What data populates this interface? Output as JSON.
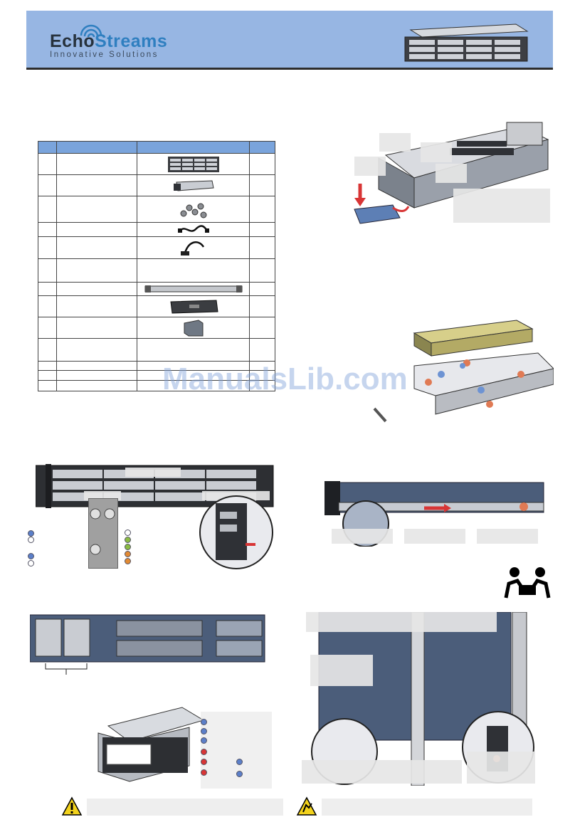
{
  "header": {
    "logo_prefix": "Echo",
    "logo_suffix": "Streams",
    "tagline": "Innovative Solutions"
  },
  "watermark": "ManualsLib.com",
  "colors": {
    "banner": "#97b6e3",
    "table_header": "#7aa4dc",
    "watermark": "#80a2da",
    "chassis": "#4b5d7a",
    "led_blue": "#5b7fc9",
    "led_green": "#8bbb43",
    "led_orange": "#e28a33",
    "led_red": "#d83535"
  },
  "table": {
    "icons": [
      "server-chassis-icon",
      "drive-tray-icon",
      "screws-icon",
      "power-cord-icon",
      "serial-cable-icon",
      "",
      "rail-kit-icon",
      "drive-bracket-icon",
      "accessory-box-icon",
      "",
      "",
      "",
      ""
    ]
  },
  "icons": {
    "lift": "two-person-lift-icon",
    "warning": "warning-triangle-icon",
    "esd": "esd-caution-icon"
  }
}
